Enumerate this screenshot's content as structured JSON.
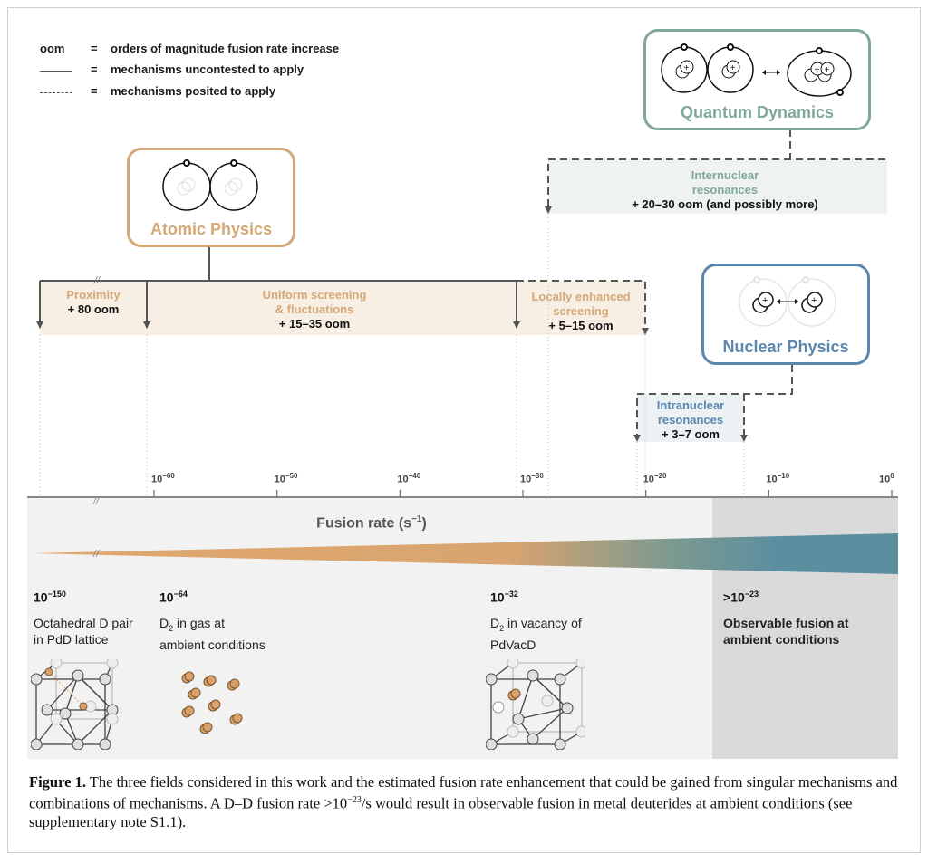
{
  "legend": [
    {
      "key": "oom",
      "symbol": "text",
      "text": "orders of magnitude fusion rate increase"
    },
    {
      "key": "",
      "symbol": "solid-line",
      "text": "mechanisms uncontested to apply"
    },
    {
      "key": "",
      "symbol": "dashed-line",
      "text": "mechanisms posited to apply"
    }
  ],
  "legend_eq": "=",
  "fields": {
    "atomic": {
      "title": "Atomic Physics",
      "color": "#d4a877"
    },
    "quantum": {
      "title": "Quantum Dynamics",
      "color": "#7fa898"
    },
    "nuclear": {
      "title": "Nuclear Physics",
      "color": "#5b86ad"
    }
  },
  "mechanisms": {
    "proximity": {
      "name": "Proximity",
      "oom": "+ 80 oom",
      "line": "solid"
    },
    "uniform": {
      "name_line1": "Uniform screening",
      "name_line2": "& fluctuations",
      "oom": "+ 15–35 oom",
      "line": "solid"
    },
    "local": {
      "name_line1": "Locally enhanced",
      "name_line2": "screening",
      "oom": "+ 5–15 oom",
      "line": "dashed"
    },
    "internuclear": {
      "name_line1": "Internuclear",
      "name_line2": "resonances",
      "oom": "+ 20–30 oom (and possibly more)",
      "line": "dashed"
    },
    "intranuclear": {
      "name_line1": "Intranuclear",
      "name_line2": "resonances",
      "oom": "+ 3–7 oom",
      "line": "dashed"
    }
  },
  "axis": {
    "title": "Fusion rate (s",
    "title_exp": "−1",
    "title_end": ")",
    "ticks": [
      {
        "base": "10",
        "exp": "−60"
      },
      {
        "base": "10",
        "exp": "−50"
      },
      {
        "base": "10",
        "exp": "−40"
      },
      {
        "base": "10",
        "exp": "−30"
      },
      {
        "base": "10",
        "exp": "−20"
      },
      {
        "base": "10",
        "exp": "−10"
      },
      {
        "base": "10",
        "exp": "0"
      }
    ],
    "break_mark": "//",
    "gradient_colors": [
      "#e0a86e",
      "#5b8fa0"
    ]
  },
  "categories": [
    {
      "value_prefix": "",
      "value_base": "10",
      "value_exp": "−150",
      "desc_line1": "Octahedral D pair",
      "desc_line2": "in PdD lattice"
    },
    {
      "value_prefix": "",
      "value_base": "10",
      "value_exp": "−64",
      "desc_d": "D",
      "desc_sub": "2",
      "desc_line1": " in gas at",
      "desc_line2": "ambient conditions"
    },
    {
      "value_prefix": "",
      "value_base": "10",
      "value_exp": "−32",
      "desc_d": "D",
      "desc_sub": "2",
      "desc_line1": " in vacancy of",
      "desc_line2": "PdVacD"
    },
    {
      "value_prefix": ">",
      "value_base": "10",
      "value_exp": "−23",
      "desc_line1": "Observable fusion at",
      "desc_line2": "ambient conditions"
    }
  ],
  "caption": {
    "label": "Figure 1.",
    "text1": " The three fields considered in this work and the estimated fusion rate enhancement that could be gained from singular mechanisms and combinations of mechanisms. A D–D fusion rate >10",
    "exp": "−23",
    "text2": "/s would result in observable fusion in metal deuterides at ambient conditions (see supplementary note S1.1)."
  }
}
